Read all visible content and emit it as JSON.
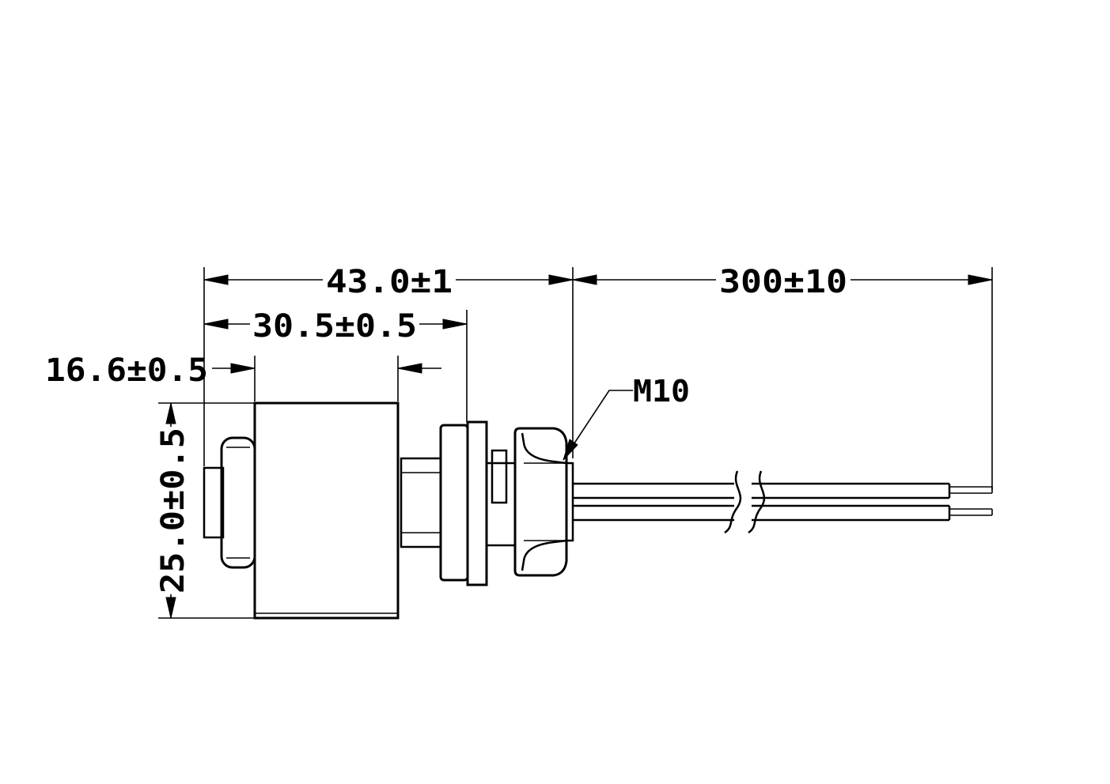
{
  "drawing": {
    "dimensions": {
      "overall_length": "43.0±1",
      "cable_length": "300±10",
      "body_length": "30.5±0.5",
      "float_length": "16.6±0.5",
      "float_diameter": "25.0±0.5"
    },
    "thread_label": "M10"
  }
}
